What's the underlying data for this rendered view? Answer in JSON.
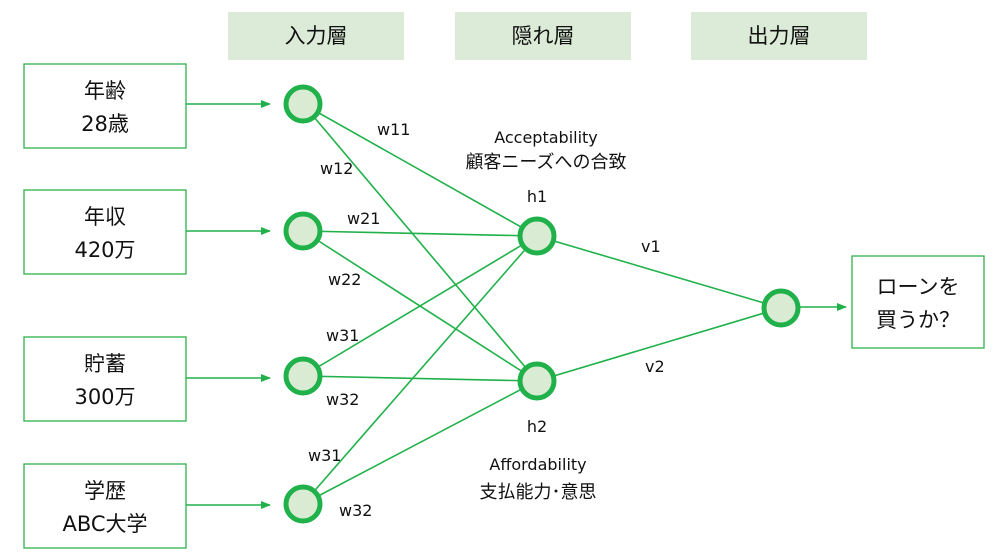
{
  "layers": {
    "input": "入力層",
    "hidden": "隠れ層",
    "output": "出力層"
  },
  "inputs": [
    {
      "line1": "年齢",
      "line2": "28歳"
    },
    {
      "line1": "年収",
      "line2": "420万"
    },
    {
      "line1": "貯蓄",
      "line2": "300万"
    },
    {
      "line1": "学歴",
      "line2": "ABC大学"
    }
  ],
  "output_box": {
    "line1": "ローンを",
    "line2": "買うか？"
  },
  "weights": {
    "w11": "w11",
    "w12": "w12",
    "w21": "w21",
    "w22": "w22",
    "w31a": "w31",
    "w32a": "w32",
    "w31b": "w31",
    "w32b": "w32",
    "v1": "v1",
    "v2": "v2"
  },
  "hidden_nodes": {
    "h1": "h1",
    "h2": "h2"
  },
  "annotations": {
    "h1_en": "Acceptability",
    "h1_jp": "顧客ニーズへの合致",
    "h2_en": "Affordability",
    "h2_jp": "支払能力･意思"
  },
  "colors": {
    "accent": "#20b14a",
    "layer_fill": "#dcebd7",
    "node_fill": "#d9ecd3"
  }
}
